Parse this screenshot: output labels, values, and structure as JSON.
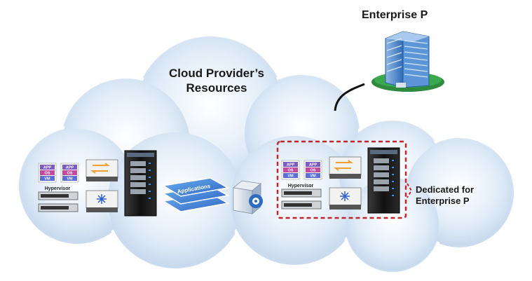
{
  "enterprise": {
    "title": "Enterprise P"
  },
  "cloud": {
    "title_line1": "Cloud Provider’s",
    "title_line2": "Resources"
  },
  "dedicated": {
    "line1": "Dedicated for",
    "line2": "Enterprise P"
  },
  "applications_label": "Applications",
  "vm_labels": {
    "app": "APP",
    "os": "OS",
    "vm": "VM"
  },
  "hypervisor_label": "Hypervisor",
  "colors": {
    "cloud_fill": "#cfe0f3",
    "cloud_stroke": "#ffffff",
    "dashed_border": "#c0282d",
    "vm_purple": "#7e5bc2",
    "vm_os": "#c14a9e",
    "vm_blue": "#5a6fd1",
    "building_blue": "#3f7fc9",
    "ground_green": "#2e8b3e"
  },
  "icons": [
    "building-icon",
    "vm-stack-icon",
    "network-switch-icon",
    "san-switch-icon",
    "rack-server-icon",
    "applications-stack-icon",
    "storage-disk-icon"
  ]
}
